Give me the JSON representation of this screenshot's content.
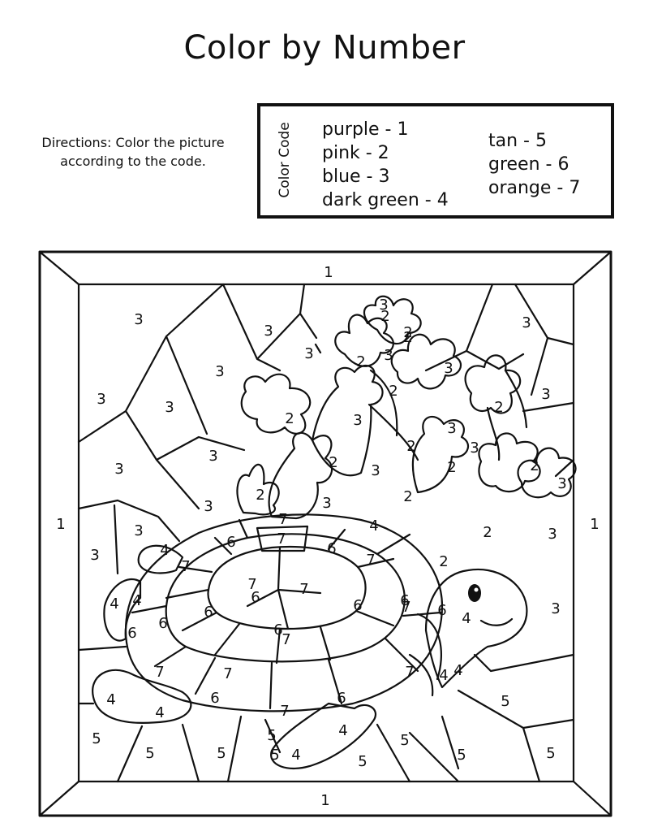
{
  "title": "Color by Number",
  "directions": "Directions: Color the picture according to the code.",
  "code_heading": "Color Code",
  "code_column_1": [
    "purple - 1",
    "pink - 2",
    "blue - 3",
    "dark green - 4"
  ],
  "code_column_2": [
    "tan - 5",
    "green - 6",
    "orange - 7"
  ],
  "numbers": {
    "frame": [
      "1",
      "1",
      "1",
      "1"
    ],
    "water": [
      "3",
      "3",
      "3",
      "3",
      "3",
      "3",
      "3",
      "3",
      "3",
      "3",
      "3",
      "3",
      "3",
      "3",
      "3",
      "3",
      "3",
      "3",
      "3",
      "3",
      "3",
      "3",
      "3",
      "3"
    ],
    "coral": [
      "2",
      "2",
      "2",
      "2",
      "2",
      "2",
      "2",
      "2",
      "2",
      "2",
      "2",
      "2",
      "2",
      "2",
      "2"
    ],
    "sand": [
      "5",
      "5",
      "5",
      "5",
      "5",
      "5",
      "5",
      "5",
      "5",
      "5"
    ],
    "turtle_skin": [
      "4",
      "4",
      "4",
      "4",
      "4",
      "4",
      "4",
      "4",
      "4",
      "4",
      "4"
    ],
    "shell_rim": [
      "6",
      "6",
      "6",
      "6",
      "6",
      "6",
      "6",
      "6",
      "6",
      "6",
      "6",
      "6"
    ],
    "shell_center": [
      "7",
      "7",
      "7",
      "7",
      "7",
      "7",
      "7",
      "7",
      "7",
      "7",
      "7",
      "7"
    ]
  }
}
